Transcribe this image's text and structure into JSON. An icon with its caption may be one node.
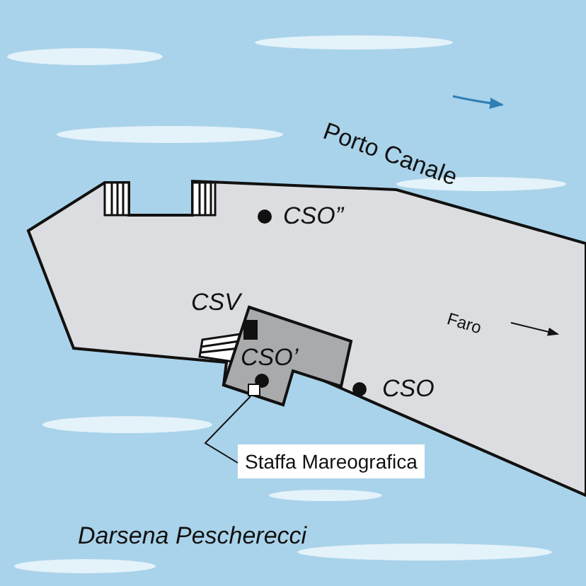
{
  "diagram": {
    "nodes": [
      {
        "text": [
          "Staffa Mareografica"
        ]
      },
      {
        "text": [],
        "shape": "box"
      }
    ],
    "edges": [
      {
        "from": 0,
        "to": 1,
        "arrow": "none"
      }
    ],
    "labels": [
      "Porto Canale",
      "CSO”",
      "Faro",
      "CSV",
      "CSO’",
      "CSO",
      "Darsena Pescherecci"
    ]
  }
}
